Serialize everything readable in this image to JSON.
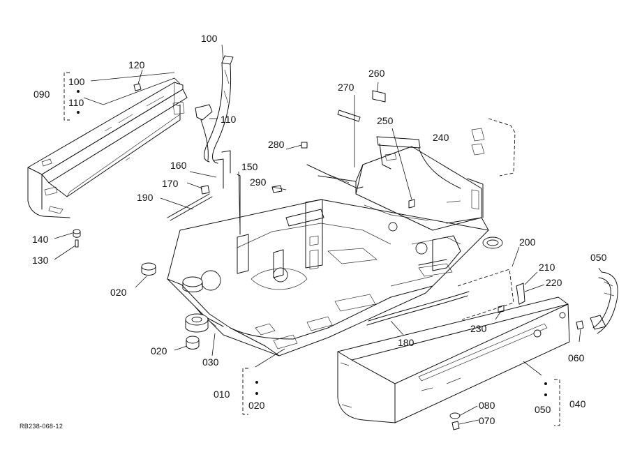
{
  "diagram": {
    "reference_code": "RB238-068-12",
    "callouts": [
      {
        "id": "c-100a",
        "text": "100"
      },
      {
        "id": "c-120",
        "text": "120"
      },
      {
        "id": "c-100b",
        "text": "100"
      },
      {
        "id": "c-090",
        "text": "090"
      },
      {
        "id": "c-110a",
        "text": "110"
      },
      {
        "id": "c-110b",
        "text": "110"
      },
      {
        "id": "c-260",
        "text": "260"
      },
      {
        "id": "c-270",
        "text": "270"
      },
      {
        "id": "c-250",
        "text": "250"
      },
      {
        "id": "c-240",
        "text": "240"
      },
      {
        "id": "c-280",
        "text": "280"
      },
      {
        "id": "c-160",
        "text": "160"
      },
      {
        "id": "c-150",
        "text": "150"
      },
      {
        "id": "c-170",
        "text": "170"
      },
      {
        "id": "c-290",
        "text": "290"
      },
      {
        "id": "c-190",
        "text": "190"
      },
      {
        "id": "c-140",
        "text": "140"
      },
      {
        "id": "c-130",
        "text": "130"
      },
      {
        "id": "c-200",
        "text": "200"
      },
      {
        "id": "c-050a",
        "text": "050"
      },
      {
        "id": "c-210",
        "text": "210"
      },
      {
        "id": "c-220",
        "text": "220"
      },
      {
        "id": "c-020a",
        "text": "020"
      },
      {
        "id": "c-230",
        "text": "230"
      },
      {
        "id": "c-180",
        "text": "180"
      },
      {
        "id": "c-060",
        "text": "060"
      },
      {
        "id": "c-020b",
        "text": "020"
      },
      {
        "id": "c-030",
        "text": "030"
      },
      {
        "id": "c-010",
        "text": "010"
      },
      {
        "id": "c-020c",
        "text": "020"
      },
      {
        "id": "c-080",
        "text": "080"
      },
      {
        "id": "c-050b",
        "text": "050"
      },
      {
        "id": "c-040",
        "text": "040"
      },
      {
        "id": "c-070",
        "text": "070"
      }
    ]
  }
}
